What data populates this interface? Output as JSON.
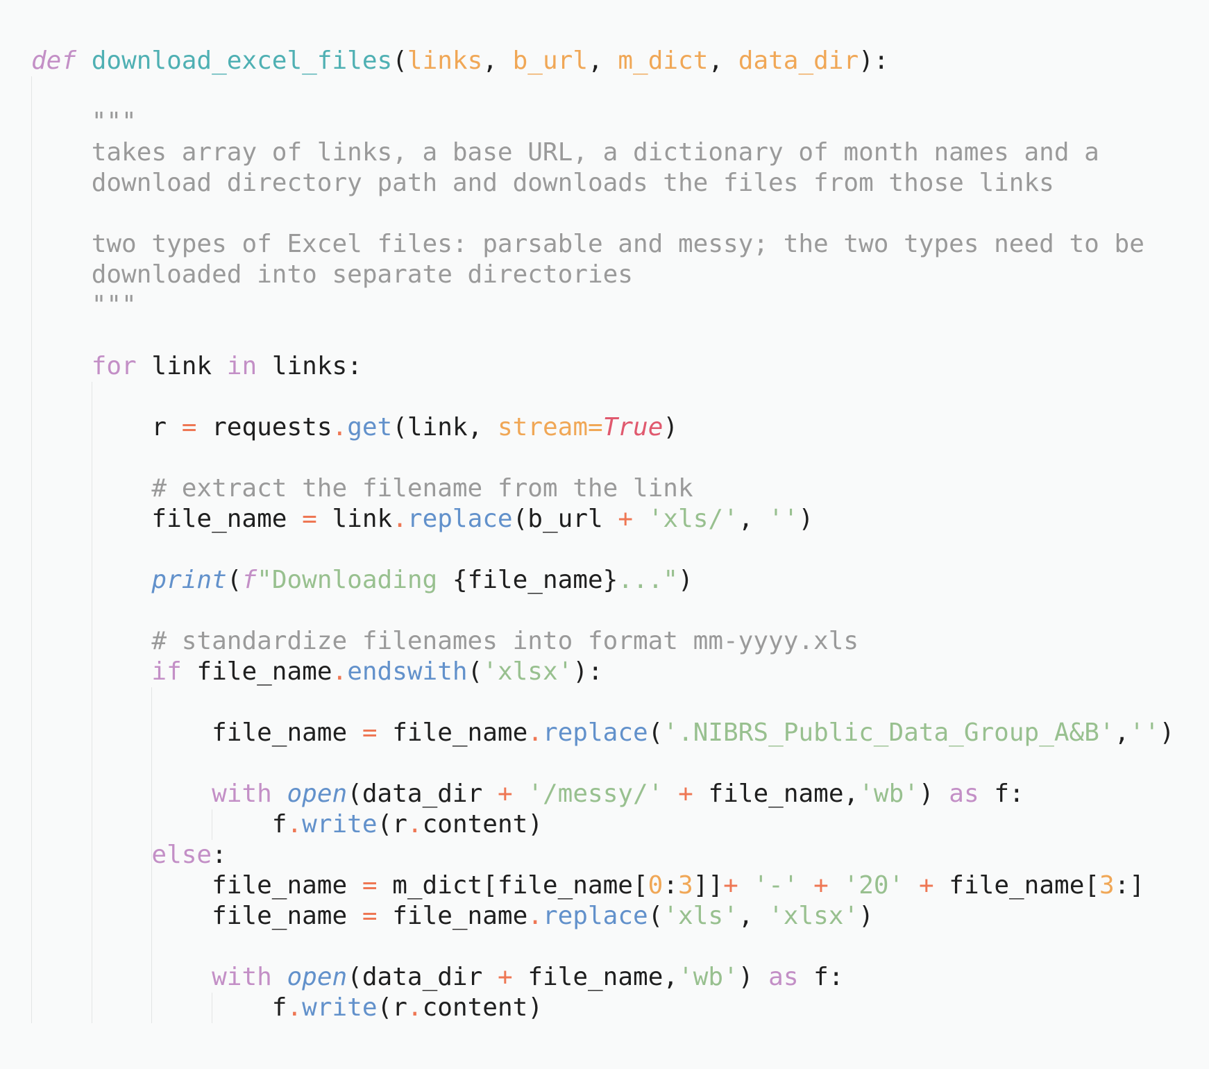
{
  "colors": {
    "background": "#f9fafa",
    "keyword": "#c38fc6",
    "function_name": "#4fb0b3",
    "parameter": "#f0a756",
    "operator": "#ee7754",
    "method": "#6291cb",
    "string": "#98c08f",
    "constant": "#e0596e",
    "comment": "#9a9a9a",
    "text": "#1f1f1f"
  },
  "code": {
    "language": "python",
    "lines": [
      [
        [
          "t-kwi",
          "def"
        ],
        [
          "t-plain",
          " "
        ],
        [
          "t-fn",
          "download_excel_files"
        ],
        [
          "t-punc",
          "("
        ],
        [
          "t-param",
          "links"
        ],
        [
          "t-punc",
          ", "
        ],
        [
          "t-param",
          "b_url"
        ],
        [
          "t-punc",
          ", "
        ],
        [
          "t-param",
          "m_dict"
        ],
        [
          "t-punc",
          ", "
        ],
        [
          "t-param",
          "data_dir"
        ],
        [
          "t-punc",
          "):"
        ]
      ],
      [],
      [
        [
          "t-plain",
          "    "
        ],
        [
          "t-doc",
          "\"\"\""
        ]
      ],
      [
        [
          "t-plain",
          "    "
        ],
        [
          "t-doc",
          "takes array of links, a base URL, a dictionary of month names and a"
        ]
      ],
      [
        [
          "t-plain",
          "    "
        ],
        [
          "t-doc",
          "download directory path and downloads the files from those links"
        ]
      ],
      [],
      [
        [
          "t-plain",
          "    "
        ],
        [
          "t-doc",
          "two types of Excel files: parsable and messy; the two types need to be"
        ]
      ],
      [
        [
          "t-plain",
          "    "
        ],
        [
          "t-doc",
          "downloaded into separate directories"
        ]
      ],
      [
        [
          "t-plain",
          "    "
        ],
        [
          "t-doc",
          "\"\"\""
        ]
      ],
      [],
      [
        [
          "t-plain",
          "    "
        ],
        [
          "t-kw",
          "for"
        ],
        [
          "t-plain",
          " link "
        ],
        [
          "t-kw",
          "in"
        ],
        [
          "t-plain",
          " links:"
        ]
      ],
      [],
      [
        [
          "t-plain",
          "        r "
        ],
        [
          "t-op",
          "="
        ],
        [
          "t-plain",
          " requests"
        ],
        [
          "t-op",
          "."
        ],
        [
          "t-method",
          "get"
        ],
        [
          "t-punc",
          "("
        ],
        [
          "t-plain",
          "link, "
        ],
        [
          "t-param",
          "stream="
        ],
        [
          "t-const",
          "True"
        ],
        [
          "t-punc",
          ")"
        ]
      ],
      [],
      [
        [
          "t-plain",
          "        "
        ],
        [
          "t-comment",
          "# extract the filename from the link"
        ]
      ],
      [
        [
          "t-plain",
          "        file_name "
        ],
        [
          "t-op",
          "="
        ],
        [
          "t-plain",
          " link"
        ],
        [
          "t-op",
          "."
        ],
        [
          "t-method",
          "replace"
        ],
        [
          "t-punc",
          "("
        ],
        [
          "t-plain",
          "b_url "
        ],
        [
          "t-op",
          "+"
        ],
        [
          "t-plain",
          " "
        ],
        [
          "t-str",
          "'xls/'"
        ],
        [
          "t-punc",
          ", "
        ],
        [
          "t-str",
          "''"
        ],
        [
          "t-punc",
          ")"
        ]
      ],
      [],
      [
        [
          "t-plain",
          "        "
        ],
        [
          "t-builtin",
          "print"
        ],
        [
          "t-punc",
          "("
        ],
        [
          "t-kwi",
          "f"
        ],
        [
          "t-str",
          "\"Downloading "
        ],
        [
          "t-plain",
          "{file_name}"
        ],
        [
          "t-str",
          "...\""
        ],
        [
          "t-punc",
          ")"
        ]
      ],
      [],
      [
        [
          "t-plain",
          "        "
        ],
        [
          "t-comment",
          "# standardize filenames into format mm-yyyy.xls"
        ]
      ],
      [
        [
          "t-plain",
          "        "
        ],
        [
          "t-kw",
          "if"
        ],
        [
          "t-plain",
          " file_name"
        ],
        [
          "t-op",
          "."
        ],
        [
          "t-method",
          "endswith"
        ],
        [
          "t-punc",
          "("
        ],
        [
          "t-str",
          "'xlsx'"
        ],
        [
          "t-punc",
          "):"
        ]
      ],
      [],
      [
        [
          "t-plain",
          "            file_name "
        ],
        [
          "t-op",
          "="
        ],
        [
          "t-plain",
          " file_name"
        ],
        [
          "t-op",
          "."
        ],
        [
          "t-method",
          "replace"
        ],
        [
          "t-punc",
          "("
        ],
        [
          "t-str",
          "'.NIBRS_Public_Data_Group_A&B'"
        ],
        [
          "t-punc",
          ","
        ],
        [
          "t-str",
          "''"
        ],
        [
          "t-punc",
          ")"
        ]
      ],
      [],
      [
        [
          "t-plain",
          "            "
        ],
        [
          "t-kw",
          "with"
        ],
        [
          "t-plain",
          " "
        ],
        [
          "t-builtin",
          "open"
        ],
        [
          "t-punc",
          "("
        ],
        [
          "t-plain",
          "data_dir "
        ],
        [
          "t-op",
          "+"
        ],
        [
          "t-plain",
          " "
        ],
        [
          "t-str",
          "'/messy/'"
        ],
        [
          "t-plain",
          " "
        ],
        [
          "t-op",
          "+"
        ],
        [
          "t-plain",
          " file_name"
        ],
        [
          "t-punc",
          ","
        ],
        [
          "t-str",
          "'wb'"
        ],
        [
          "t-punc",
          ") "
        ],
        [
          "t-kw",
          "as"
        ],
        [
          "t-plain",
          " f:"
        ]
      ],
      [
        [
          "t-plain",
          "                f"
        ],
        [
          "t-op",
          "."
        ],
        [
          "t-method",
          "write"
        ],
        [
          "t-punc",
          "("
        ],
        [
          "t-plain",
          "r"
        ],
        [
          "t-op",
          "."
        ],
        [
          "t-plain",
          "content"
        ],
        [
          "t-punc",
          ")"
        ]
      ],
      [
        [
          "t-plain",
          "        "
        ],
        [
          "t-kw",
          "else"
        ],
        [
          "t-punc",
          ":"
        ]
      ],
      [
        [
          "t-plain",
          "            file_name "
        ],
        [
          "t-op",
          "="
        ],
        [
          "t-plain",
          " m_dict[file_name["
        ],
        [
          "t-num",
          "0"
        ],
        [
          "t-plain",
          ":"
        ],
        [
          "t-num",
          "3"
        ],
        [
          "t-plain",
          "]]"
        ],
        [
          "t-op",
          "+"
        ],
        [
          "t-plain",
          " "
        ],
        [
          "t-str",
          "'-'"
        ],
        [
          "t-plain",
          " "
        ],
        [
          "t-op",
          "+"
        ],
        [
          "t-plain",
          " "
        ],
        [
          "t-str",
          "'20'"
        ],
        [
          "t-plain",
          " "
        ],
        [
          "t-op",
          "+"
        ],
        [
          "t-plain",
          " file_name["
        ],
        [
          "t-num",
          "3"
        ],
        [
          "t-plain",
          ":]"
        ]
      ],
      [
        [
          "t-plain",
          "            file_name "
        ],
        [
          "t-op",
          "="
        ],
        [
          "t-plain",
          " file_name"
        ],
        [
          "t-op",
          "."
        ],
        [
          "t-method",
          "replace"
        ],
        [
          "t-punc",
          "("
        ],
        [
          "t-str",
          "'xls'"
        ],
        [
          "t-punc",
          ", "
        ],
        [
          "t-str",
          "'xlsx'"
        ],
        [
          "t-punc",
          ")"
        ]
      ],
      [],
      [
        [
          "t-plain",
          "            "
        ],
        [
          "t-kw",
          "with"
        ],
        [
          "t-plain",
          " "
        ],
        [
          "t-builtin",
          "open"
        ],
        [
          "t-punc",
          "("
        ],
        [
          "t-plain",
          "data_dir "
        ],
        [
          "t-op",
          "+"
        ],
        [
          "t-plain",
          " file_name"
        ],
        [
          "t-punc",
          ","
        ],
        [
          "t-str",
          "'wb'"
        ],
        [
          "t-punc",
          ") "
        ],
        [
          "t-kw",
          "as"
        ],
        [
          "t-plain",
          " f:"
        ]
      ],
      [
        [
          "t-plain",
          "                f"
        ],
        [
          "t-op",
          "."
        ],
        [
          "t-method",
          "write"
        ],
        [
          "t-punc",
          "("
        ],
        [
          "t-plain",
          "r"
        ],
        [
          "t-op",
          "."
        ],
        [
          "t-plain",
          "content"
        ],
        [
          "t-punc",
          ")"
        ]
      ]
    ]
  }
}
